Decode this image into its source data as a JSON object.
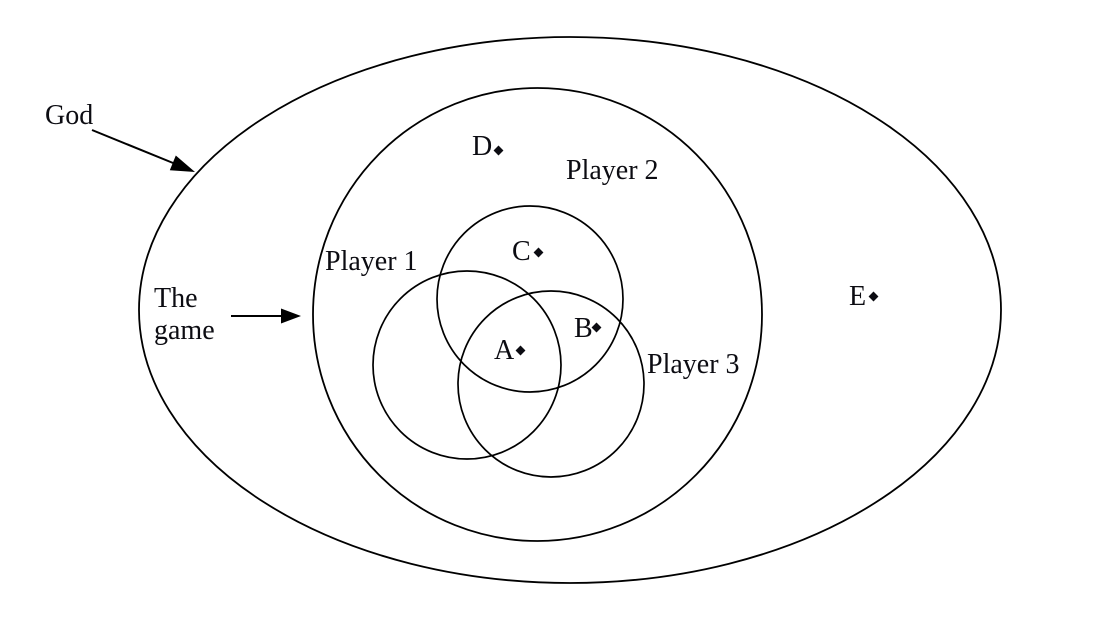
{
  "diagram": {
    "background": "#ffffff",
    "stroke_color": "#000000",
    "text_color": "#0c0c12",
    "outer_set": {
      "label": "God"
    },
    "inner_set": {
      "label_line1": "The",
      "label_line2": "game"
    },
    "player_sets": {
      "player1": {
        "label": "Player 1"
      },
      "player2": {
        "label": "Player 2"
      },
      "player3": {
        "label": "Player 3"
      }
    },
    "points": {
      "a": {
        "label": "A"
      },
      "b": {
        "label": "B"
      },
      "c": {
        "label": "C"
      },
      "d": {
        "label": "D"
      },
      "e": {
        "label": "E"
      }
    }
  }
}
